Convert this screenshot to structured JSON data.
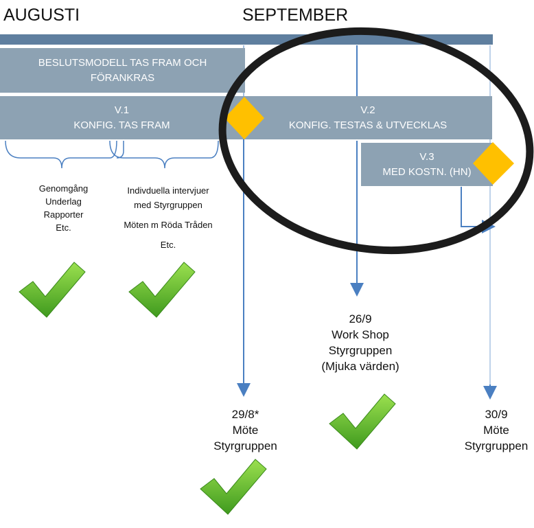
{
  "months": {
    "august": "AUGUSTI",
    "september": "SEPTEMBER"
  },
  "phases": {
    "beslut": [
      "BESLUTSMODELL TAS FRAM OCH",
      "FÖRANKRAS"
    ],
    "v1": [
      "V.1",
      "KONFIG. TAS FRAM"
    ],
    "v2": [
      "V.2",
      "KONFIG. TESTAS & UTVECKLAS"
    ],
    "v3": [
      "V.3",
      "MED KOSTN. (HN)"
    ]
  },
  "notes": {
    "genomgang": [
      "Genomgång",
      "Underlag",
      "Rapporter",
      "Etc."
    ],
    "intervjuer": [
      "Indivduella intervjuer",
      "med Styrgruppen",
      "Möten m Röda Tråden",
      "Etc."
    ]
  },
  "milestones": {
    "m1": [
      "29/8*",
      "Möte",
      "Styrgruppen"
    ],
    "m2": [
      "26/9",
      "Work Shop",
      "Styrgruppen",
      "(Mjuka värden)"
    ],
    "m3": [
      "30/9",
      "Möte",
      "Styrgruppen"
    ]
  },
  "colors": {
    "bar": "#5f7f9f",
    "box": "#8da2b3",
    "arrow": "#4a7fc1",
    "diamond": "#ffc000",
    "check": "#6cbf2a"
  }
}
